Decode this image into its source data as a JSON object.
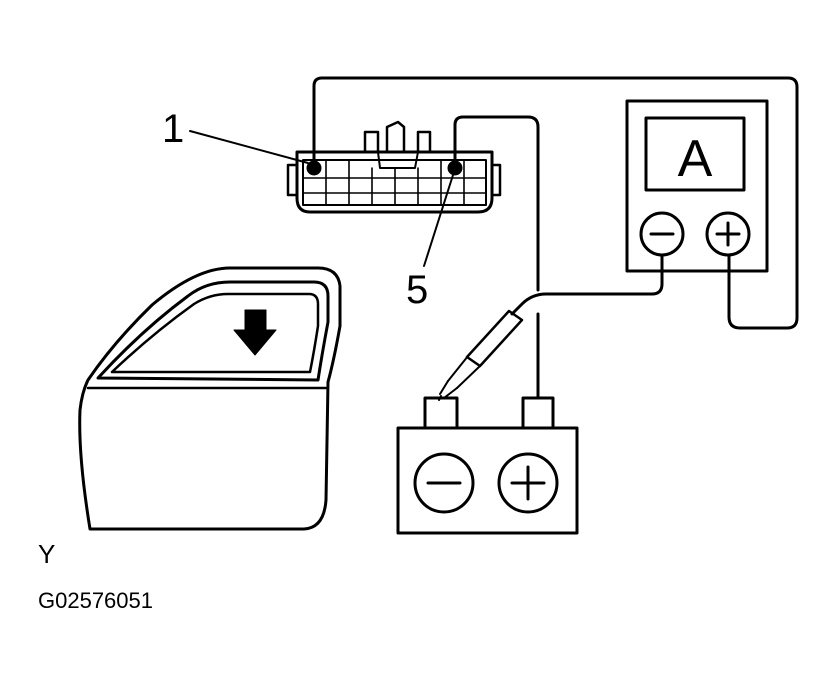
{
  "diagram": {
    "callouts": {
      "pin_1": "1",
      "pin_5": "5"
    },
    "ammeter": {
      "display": "A",
      "negative_terminal": "minus-icon",
      "positive_terminal": "plus-icon"
    },
    "battery": {
      "negative_terminal": "minus-icon",
      "positive_terminal": "plus-icon"
    },
    "door": {
      "window_direction": "down-arrow-icon"
    },
    "view_label": "Y",
    "figure_code": "G02576051"
  },
  "colors": {
    "line": "#000000",
    "background": "#ffffff"
  }
}
